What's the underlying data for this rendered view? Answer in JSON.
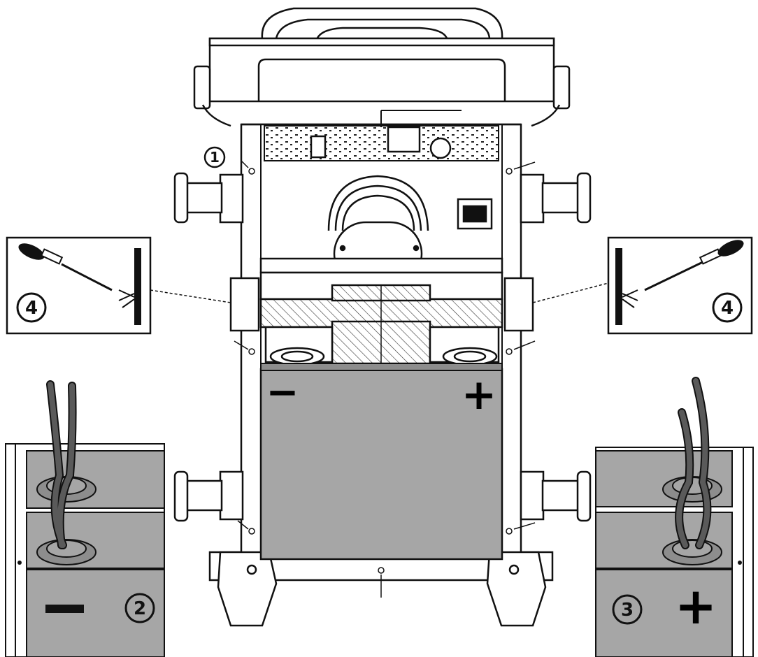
{
  "diagram": {
    "callouts": {
      "screw_point": "1",
      "negative_terminal": "2",
      "positive_terminal": "3",
      "screwdriver_left": "4",
      "screwdriver_right": "4"
    },
    "polarity": {
      "minus": "−",
      "plus": "+"
    }
  },
  "colors": {
    "line": "#111111",
    "battery_fill": "#a6a6a6",
    "battery_dark": "#8d8d8d",
    "cable": "#5a5a5a",
    "hatch": "#333333",
    "background": "#ffffff"
  },
  "icons": [
    "screwdriver-icon",
    "screw-icon",
    "handle-icon",
    "wheel-icon"
  ]
}
